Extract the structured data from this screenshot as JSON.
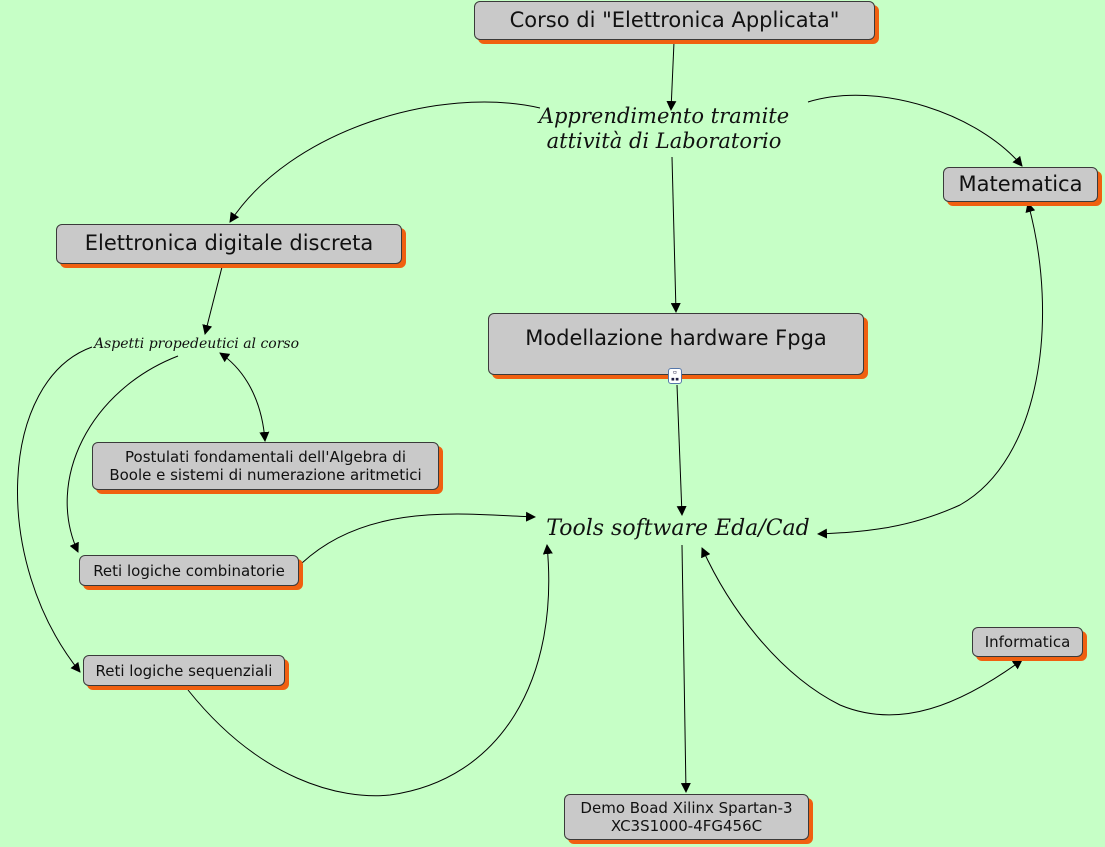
{
  "nodes": {
    "corso": "Corso di \"Elettronica Applicata\"",
    "apprendimento_line1": "Apprendimento tramite",
    "apprendimento_line2": "attività di Laboratorio",
    "matematica": "Matematica",
    "elettronica_digitale": "Elettronica digitale discreta",
    "modellazione": "Modellazione hardware Fpga",
    "aspetti": "Aspetti propedeutici al corso",
    "postulati_line1": "Postulati fondamentali dell'Algebra di",
    "postulati_line2": "Boole e sistemi di numerazione aritmetici",
    "tools": "Tools software Eda/Cad",
    "reti_combinatorie": "Reti logiche combinatorie",
    "reti_sequenziali": "Reti logiche sequenziali",
    "informatica": "Informatica",
    "demo_line1": "Demo Boad Xilinx Spartan-3",
    "demo_line2": "XC3S1000-4FG456C"
  },
  "icons": {
    "modellazione_attachment": "map-link-icon"
  },
  "colors": {
    "background": "#c6ffc6",
    "node_fill": "#c9c9c9",
    "node_shadow": "#f06010",
    "edge": "#000000"
  }
}
